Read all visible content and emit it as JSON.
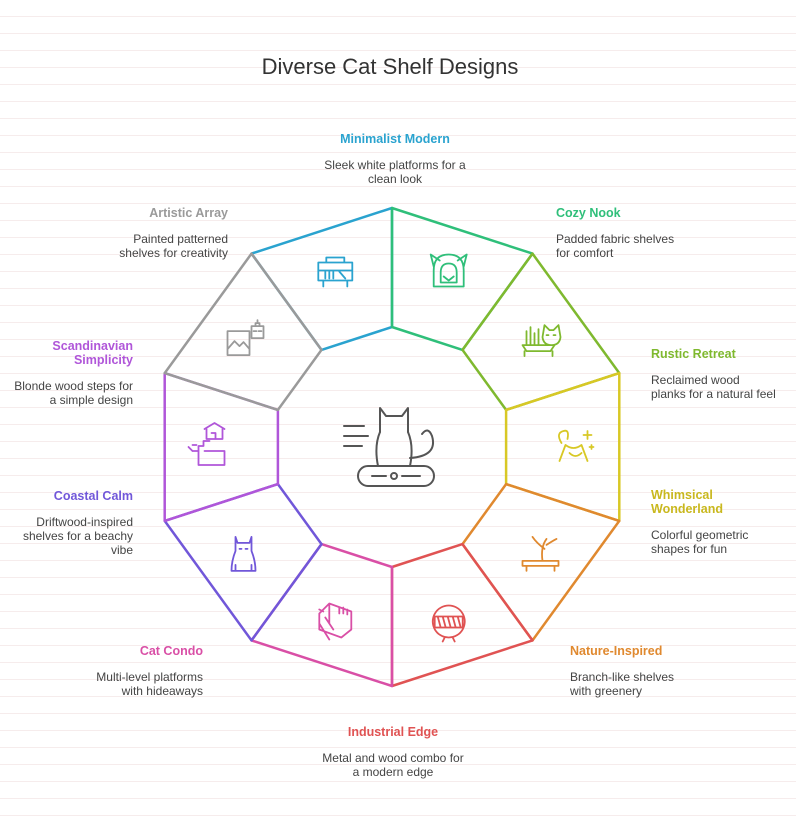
{
  "title": "Diverse Cat Shelf Designs",
  "center_icon": "cat-on-cushion-icon",
  "segments": [
    {
      "heading": "Minimalist Modern",
      "description": "Sleek white platforms for a clean look",
      "color": "#2aa3cf",
      "icon": "white-cabinet-icon"
    },
    {
      "heading": "Cozy Nook",
      "description": "Padded fabric shelves for comfort",
      "color": "#2fbf7a",
      "icon": "cat-bed-icon"
    },
    {
      "heading": "Rustic Retreat",
      "description": "Reclaimed wood planks for a natural feel",
      "color": "#7fb92f",
      "icon": "cat-grass-planter-icon"
    },
    {
      "heading": "Whimsical Wonderland",
      "description": "Colorful geometric shapes for fun",
      "color": "#d8c825",
      "icon": "balloon-dog-sparkle-icon"
    },
    {
      "heading": "Nature-Inspired",
      "description": "Branch-like shelves with greenery",
      "color": "#e0892f",
      "icon": "branch-shelf-icon"
    },
    {
      "heading": "Industrial Edge",
      "description": "Metal and wood combo for a modern edge",
      "color": "#e05353",
      "icon": "metal-globe-shelf-icon"
    },
    {
      "heading": "Cat Condo",
      "description": "Multi-level platforms with hideaways",
      "color": "#d94fa6",
      "icon": "cat-condo-ladder-icon"
    },
    {
      "heading": "Coastal Calm",
      "description": "Driftwood-inspired shelves for a beachy vibe",
      "color": "#7157d9",
      "icon": "sitting-cat-icon"
    },
    {
      "heading": "Scandinavian Simplicity",
      "description": "Blonde wood steps for a simple design",
      "color": "#b056d9",
      "icon": "house-steps-icon"
    },
    {
      "heading": "Artistic Array",
      "description": "Painted patterned shelves for creativity",
      "color": "#9a9a9a",
      "icon": "framed-picture-icon"
    }
  ]
}
